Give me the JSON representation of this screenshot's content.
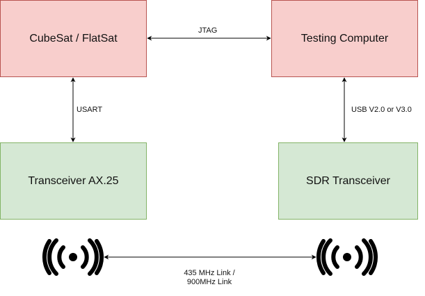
{
  "nodes": {
    "cubesat": "CubeSat / FlatSat",
    "testing_computer": "Testing Computer",
    "transceiver_ax25": "Transceiver AX.25",
    "sdr_transceiver": "SDR Transceiver"
  },
  "edges": {
    "jtag": "JTAG",
    "usart": "USART",
    "usb": "USB V2.0 or V3.0",
    "radio_link_line1": "435 MHz Link /",
    "radio_link_line2": "900MHz Link"
  },
  "icons": [
    "antenna-broadcast-icon",
    "antenna-broadcast-icon"
  ],
  "colors": {
    "red_fill": "#f8cecc",
    "red_stroke": "#b85450",
    "green_fill": "#d5e8d4",
    "green_stroke": "#82b366",
    "line": "#000000"
  }
}
